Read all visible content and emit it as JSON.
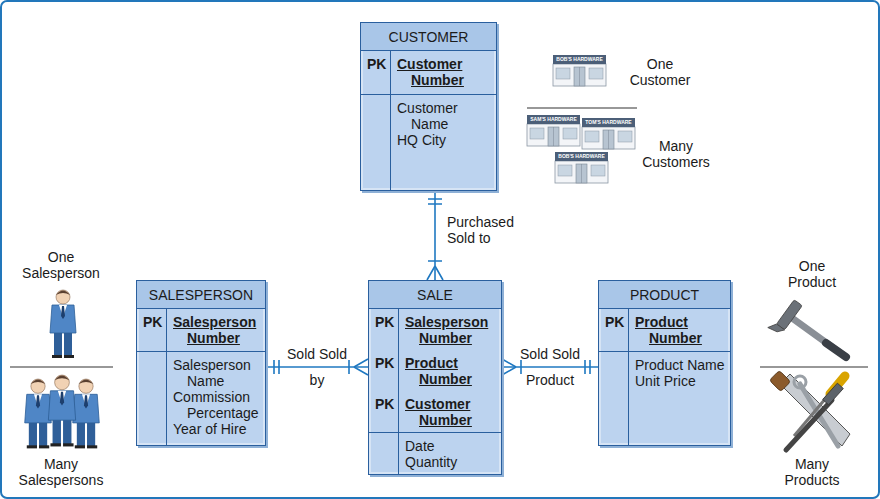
{
  "diagram": {
    "nodes": [
      {
        "text": [
          "CUSTOMER",
          "PK",
          "Customer Number",
          "Customer Name",
          "HQ City"
        ]
      },
      {
        "text": [
          "SALESPERSON",
          "PK",
          "Salesperson Number",
          "Salesperson Name",
          "Commission Percentage",
          "Year of Hire"
        ]
      },
      {
        "text": [
          "SALE",
          "PK",
          "Salesperson Number",
          "PK",
          "Product Number",
          "PK",
          "Customer Number",
          "Date",
          "Quantity"
        ]
      },
      {
        "text": [
          "PRODUCT",
          "PK",
          "Product Number",
          "Product Name",
          "Unit Price"
        ]
      }
    ],
    "edges": [
      {
        "from": 0,
        "to": 2,
        "arrow": "both",
        "label": "Purchased Sold to"
      },
      {
        "from": 1,
        "to": 2,
        "arrow": "both",
        "label": "Sold Sold by"
      },
      {
        "from": 2,
        "to": 3,
        "arrow": "both",
        "label": "Sold Sold Product"
      }
    ],
    "labels": [
      "One Customer",
      "Many Customers",
      "One Salesperson",
      "Many Salespersons",
      "One Product",
      "Many Products",
      "BOB'S HARDWARE",
      "SAM'S HARDWARE",
      "TOM'S HARDWARE",
      "BOB'S HARDWARE"
    ]
  }
}
